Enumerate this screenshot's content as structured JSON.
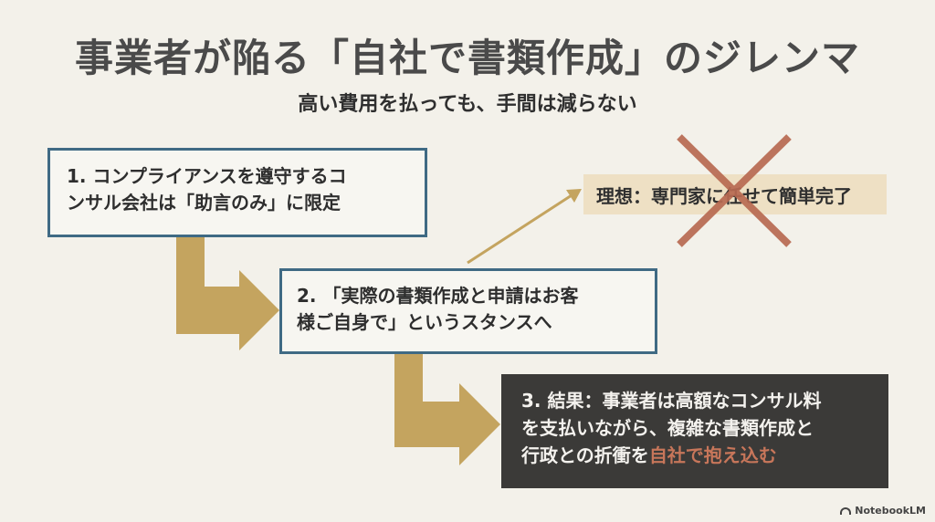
{
  "title": "事業者が陥る「自社で書類作成」のジレンマ",
  "subtitle": "高い費用を払っても、手間は減らない",
  "steps": [
    {
      "line1": "1. コンプライアンスを遵守するコ",
      "line2": "ンサル会社は「助言のみ」に限定"
    },
    {
      "line1": "2. 「実際の書類作成と申請はお客",
      "line2": "様ご自身で」というスタンスへ"
    },
    {
      "line1": "3. 結果：事業者は高額なコンサル料",
      "line2": "を支払いながら、複雑な書類作成と",
      "line3_plain": "行政との折衝を",
      "line3_highlight": "自社で抱え込む"
    }
  ],
  "ideal": "理想：専門家に任せて簡単完了",
  "footer": "NotebookLM",
  "colors": {
    "background": "#f3f1ea",
    "box_border": "#3f6a84",
    "arrow": "#c4a45f",
    "cross": "#b86a52",
    "result_bg": "#3b3a38",
    "highlight": "#c7765a",
    "ideal_bg": "#eee0c4"
  }
}
